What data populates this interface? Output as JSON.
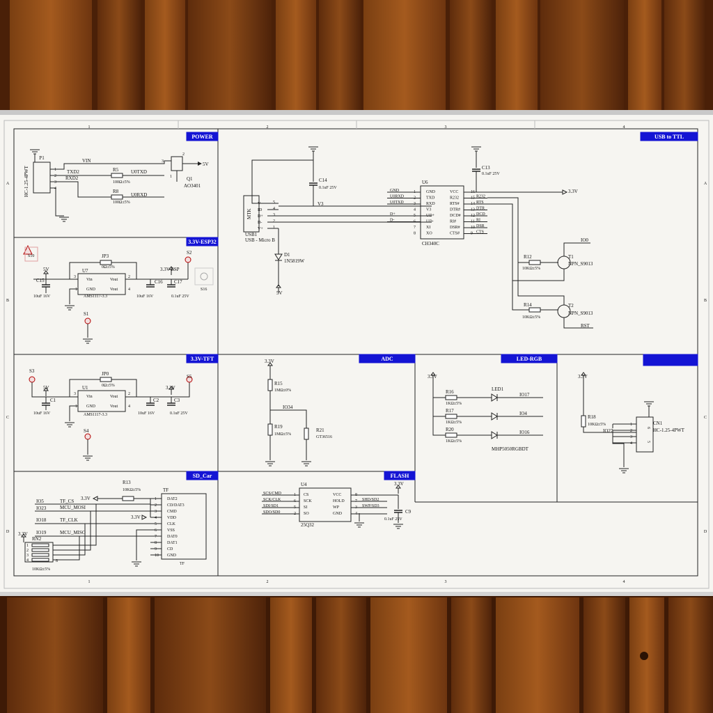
{
  "grid": {
    "columns": [
      "1",
      "2",
      "3",
      "4"
    ],
    "rows": [
      "A",
      "B",
      "C",
      "D"
    ]
  },
  "blocks": {
    "power": "POWER",
    "usb_ttl": "USB to TTL",
    "esp": "3.3V-ESP32",
    "tft": "3.3V-TFT",
    "adc": "ADC",
    "led": "LED-RGB",
    "sd": "SD_Car",
    "flash": "FLASH"
  },
  "power": {
    "p1": "P1",
    "p1_part": "HC-1.25-4PWT",
    "pins": [
      "1",
      "2",
      "3",
      "4"
    ],
    "vin": "VIN",
    "txd2": "TXD2",
    "rxd2": "RXD2",
    "r5": "R5",
    "r5_val": "100Ω±5%",
    "r8": "R8",
    "r8_val": "100Ω±5%",
    "u0txd": "U0TXD",
    "u0rxd": "U0RXD",
    "q1": "Q1",
    "q1_part": "AO3401",
    "v5": "5V",
    "q_pin1": "1",
    "q_pin2": "2",
    "q_pin3": "3"
  },
  "usb": {
    "conn_pins": [
      "V-",
      "ID",
      "D+",
      "D-",
      "V+"
    ],
    "conn_nums": [
      "5",
      "4",
      "3",
      "2",
      "1"
    ],
    "mtk": "MTK",
    "usb1": "USB1",
    "usb1_part": "USB - Micro B",
    "c14": "C14",
    "c14_val": "0.1uF 25V",
    "v3": "V3",
    "d1": "D1",
    "d1_part": "1N5819W",
    "v5": "5V",
    "u6": "U6",
    "u6_part": "CH340C",
    "left_nets": [
      "GND",
      "U0RXD",
      "U0TXD",
      "",
      "D+",
      "D-",
      "",
      ""
    ],
    "left_pins": [
      "GND",
      "TXD",
      "RXD",
      "V3",
      "UD+",
      "UD-",
      "XI",
      "XO"
    ],
    "left_nums": [
      "1",
      "2",
      "3",
      "4",
      "5",
      "6",
      "7",
      "8"
    ],
    "right_pins": [
      "VCC",
      "R232",
      "RTS#",
      "DTR#",
      "DCD#",
      "RI#",
      "DSR#",
      "CTS#"
    ],
    "right_nums": [
      "16",
      "15",
      "14",
      "13",
      "12",
      "11",
      "10",
      "9"
    ],
    "right_nets": [
      "",
      "R232",
      "RTS",
      "DTR",
      "DCD",
      "RI",
      "DSR",
      "CTS"
    ],
    "c13": "C13",
    "c13_val": "0.1uF 25V",
    "v33": "3.3V",
    "r12": "R12",
    "r12_val": "10KΩ±5%",
    "r14": "R14",
    "r14_val": "10KΩ±5%",
    "t1": "T1",
    "t1_part": "NPN_S9013",
    "t2": "T2",
    "t2_part": "NPN_S9013",
    "io0": "IO0",
    "rst": "RST"
  },
  "esp": {
    "s10": "S10",
    "v5": "5V",
    "c15": "C15",
    "c15_val": "10uF 16V",
    "jp3": "JP3",
    "jp3_val": "0Ω±5%",
    "u7": "U7",
    "u7_part": "AMS1117-3.3",
    "vin": "Vin",
    "gnd": "GND",
    "vout1": "Vout",
    "vout2": "Vout",
    "pin3": "3",
    "pin1": "1",
    "pin2": "2",
    "pin4": "4",
    "c16": "C16",
    "c16_val": "10uF 16V",
    "c17": "C17",
    "c17_val": "0.1uF 25V",
    "v33esp": "3.3V-ESP",
    "s2": "S2",
    "s1": "S1",
    "s16": "S16"
  },
  "tft": {
    "s3": "S3",
    "v5": "5V",
    "c1": "C1",
    "c1_val": "10uF 16V",
    "jp0": "JP0",
    "jp0_val": "0Ω±5%",
    "u1": "U1",
    "u1_part": "AMS1117-3.3",
    "vin": "Vin",
    "gnd": "GND",
    "vout1": "Vout",
    "vout2": "Vout",
    "pin3": "3",
    "pin1": "1",
    "pin2": "2",
    "pin4": "4",
    "c2": "C2",
    "c2_val": "10uF 16V",
    "c3": "C3",
    "c3_val": "0.1uF 25V",
    "v33": "3.3V",
    "s5": "S5",
    "s4": "S4"
  },
  "adc": {
    "v33": "3.3V",
    "r15": "R15",
    "r15_val": "1MΩ±0%",
    "io34": "IO34",
    "r19": "R19",
    "r19_val": "1MΩ±5%",
    "r21": "R21",
    "r21_part": "GT36516"
  },
  "led": {
    "v33": "3.3V",
    "led1": "LED1",
    "r16": "R16",
    "r16_val": "1KΩ±5%",
    "r17": "R17",
    "r17_val": "1KΩ±5%",
    "r20": "R20",
    "r20_val": "1KΩ±5%",
    "io17": "IO17",
    "io4": "IO4",
    "io16": "IO16",
    "part": "MHP5050RGBDT"
  },
  "cn1": {
    "v33": "3.3V",
    "r18": "R18",
    "r18_val": "10KΩ±5%",
    "io27": "IO27",
    "cn1": "CN1",
    "part": "HC-1.25-4PWT",
    "pins": [
      "1",
      "2",
      "3",
      "4"
    ],
    "mnt": [
      "6",
      "5"
    ]
  },
  "sd": {
    "r13": "R13",
    "r13_val": "10KΩ±5%",
    "v33a": "3.3V",
    "v33b": "3.3V",
    "v33c": "3.3V",
    "io5": "IO5",
    "tf_cs": "TF_CS",
    "io23": "IO23",
    "mcu_mosi": "MCU_MOSI",
    "io18": "IO18",
    "tf_clk": "TF_CLK",
    "io19": "IO19",
    "mcu_miso": "MCU_MISO",
    "rn2": "RN2",
    "rn2_val": "10KΩ±5%",
    "rn_nums": [
      "1",
      "2",
      "3",
      "4",
      "8"
    ],
    "tf": "TF",
    "tf_part": "TF",
    "tf_pins": [
      "DAT2",
      "CD/DAT3",
      "CMD",
      "VDD",
      "CLK",
      "VSS",
      "DAT0",
      "DAT1",
      "CD",
      "GND"
    ],
    "tf_nums": [
      "1",
      "2",
      "3",
      "4",
      "5",
      "6",
      "7",
      "8",
      "9",
      "10"
    ]
  },
  "flash": {
    "u4": "U4",
    "u4_part": "25Q32",
    "left_nets": [
      "SCS/CMD",
      "SCK/CLK",
      "SDI/SD1",
      "SDO/SD0"
    ],
    "left_pins": [
      "CS",
      "SCK",
      "SI",
      "SO"
    ],
    "left_nums": [
      "1",
      "6",
      "5",
      "2"
    ],
    "right_pins": [
      "VCC",
      "HOLD",
      "WP",
      "GND"
    ],
    "right_nums": [
      "8",
      "7",
      "3",
      "4"
    ],
    "right_nets": [
      "",
      "SHD/SD2",
      "SWP/SD3",
      ""
    ],
    "v33": "3.3V",
    "c9": "C9",
    "c9_val": "0.1uF 25V"
  }
}
